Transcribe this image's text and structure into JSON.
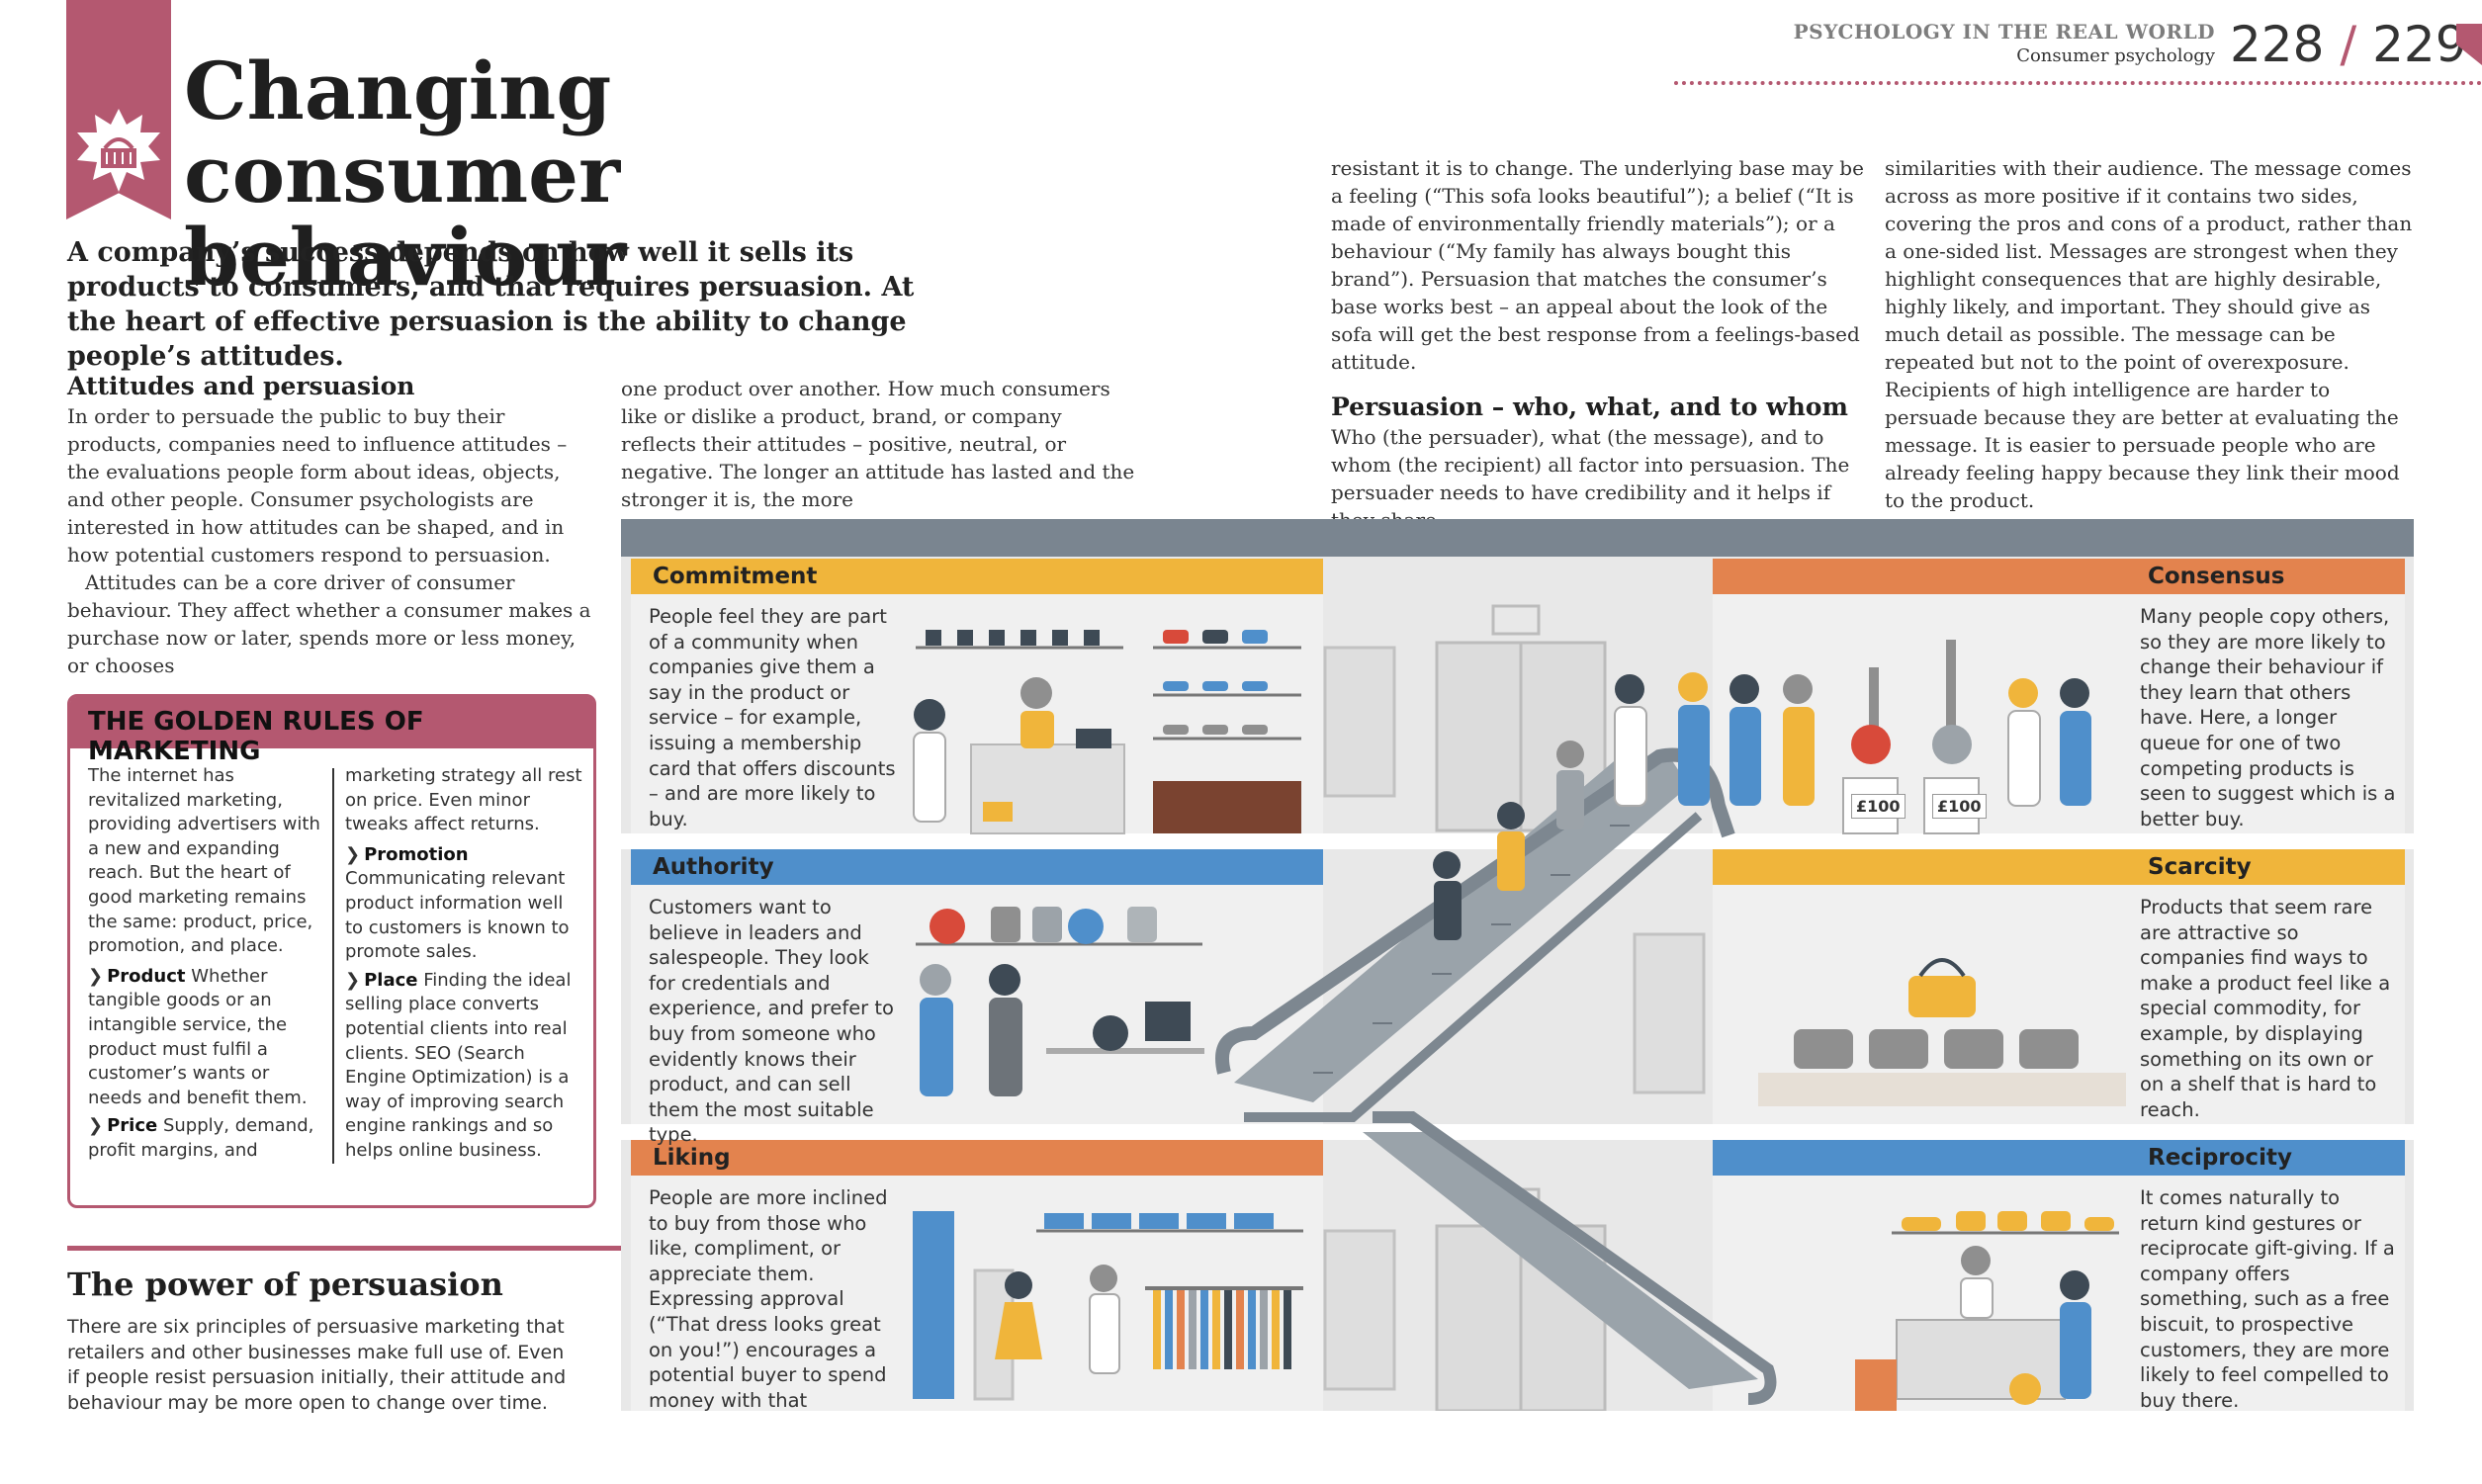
{
  "header": {
    "section": "PSYCHOLOGY IN THE REAL WORLD",
    "subsection": "Consumer psychology",
    "page_left": "228",
    "slash": "/",
    "page_right": "229"
  },
  "title": {
    "line1": "Changing consumer",
    "line2": "behaviour"
  },
  "intro": "A company’s success depends on how well it sells its products to consumers, and that requires persuasion. At the heart of effective persuasion is the ability to change people’s attitudes.",
  "attitudes": {
    "heading": "Attitudes and persuasion",
    "p1": "In order to persuade the public to buy their products, companies need to influence attitudes – the evaluations people form about ideas, objects, and other people. Consumer psychologists are interested in how attitudes can be shaped, and in how potential customers respond to persuasion.",
    "p2": "Attitudes can be a core driver of consumer behaviour. They affect whether a consumer makes a purchase now or later, spends more or less money, or chooses"
  },
  "col2": "one product over another. How much consumers like or dislike a product, brand, or company reflects their attitudes – positive, neutral, or negative. The longer an attitude has lasted and the stronger it is, the more",
  "col3": {
    "p1": "resistant it is to change. The underlying base may be a feeling (“This sofa looks beautiful”); a belief (“It is made of environmentally friendly materials”); or a behaviour (“My family has always bought this brand”). Persuasion that matches the consumer’s base works best – an appeal about the look of the sofa will get the best response from a feelings-based attitude.",
    "heading": "Persuasion – who, what, and to whom",
    "p2": "Who (the persuader), what (the message), and to whom (the recipient) all factor into persuasion. The persuader needs to have credibility and it helps if they share"
  },
  "col4": "similarities with their audience. The message comes across as more positive if it contains two sides, covering the pros and cons of a product, rather than a one-sided list. Messages are strongest when they highlight consequences that are highly desirable, highly likely, and important. They should give as much detail as possible. The message can be repeated but not to the point of overexposure. Recipients of high intelligence are harder to persuade because they are better at evaluating the message. It is easier to persuade people who are already feeling happy because they link their mood to the product.",
  "golden": {
    "title": "THE GOLDEN RULES OF MARKETING",
    "intro": "The internet has revitalized marketing, providing advertisers with a new and expanding reach. But the heart of good marketing remains the same: product, price, promotion, and place.",
    "product_label": "Product",
    "product_text": "Whether tangible goods or an intangible service, the product must fulfil a customer’s wants or needs and benefit them.",
    "price_label": "Price",
    "price_text": "Supply, demand, profit margins, and",
    "cont": "marketing strategy all rest on price. Even minor tweaks affect returns.",
    "promotion_label": "Promotion",
    "promotion_text": "Communicating relevant product information well to customers is known to promote sales.",
    "place_label": "Place",
    "place_text": "Finding the ideal selling place converts potential clients into real clients. SEO (Search Engine Optimization) is a way of improving search engine rankings and so helps online business."
  },
  "power": {
    "heading": "The power of persuasion",
    "text": "There are six principles of persuasive marketing that retailers and other businesses make full use of. Even if people resist persuasion initially, their attitude and behaviour may be more open to change over time."
  },
  "panels": {
    "commitment": {
      "title": "Commitment",
      "text": "People feel they are part of a community when companies give them a say in the product or service – for example, issuing a membership card that offers discounts – and are more likely to buy."
    },
    "authority": {
      "title": "Authority",
      "text": "Customers want to believe in leaders and salespeople. They look for credentials and experience, and prefer to buy from someone who evidently knows their product, and can sell them the most suitable type."
    },
    "liking": {
      "title": "Liking",
      "text": "People are more inclined to buy from those who like, compliment, or appreciate them. Expressing approval (“That dress looks great on you!”) encourages a potential buyer to spend money with that company."
    },
    "consensus": {
      "title": "Consensus",
      "text": "Many people copy others, so they are more likely to change their behaviour if they learn that others have. Here, a longer queue for one of two competing products is seen to suggest which is a better buy.",
      "price1": "£100",
      "price2": "£100"
    },
    "scarcity": {
      "title": "Scarcity",
      "text": "Products that seem rare are attractive so companies find ways to make a product feel like a special commodity, for example, by displaying something on its own or on a shelf that is hard to reach."
    },
    "reciprocity": {
      "title": "Reciprocity",
      "text": "It comes naturally to return kind gestures or reciprocate gift-giving. If a company offers something, such as a free biscuit, to prospective customers, they are more likely to feel compelled to buy there."
    }
  },
  "colors": {
    "accent": "#b45870",
    "commitment": "#f0b53b",
    "authority": "#4f8fcb",
    "liking": "#e3834e",
    "consensus": "#e3834e",
    "scarcity": "#f0b53b",
    "reciprocity": "#4f8fcb"
  },
  "icons": [
    "basket-icon",
    "shoe-shelf-icon",
    "kettle-icon",
    "escalator-icon",
    "handbag-icon",
    "vacuum-cleaner-icon",
    "bread-icon",
    "lift-door-icon"
  ]
}
